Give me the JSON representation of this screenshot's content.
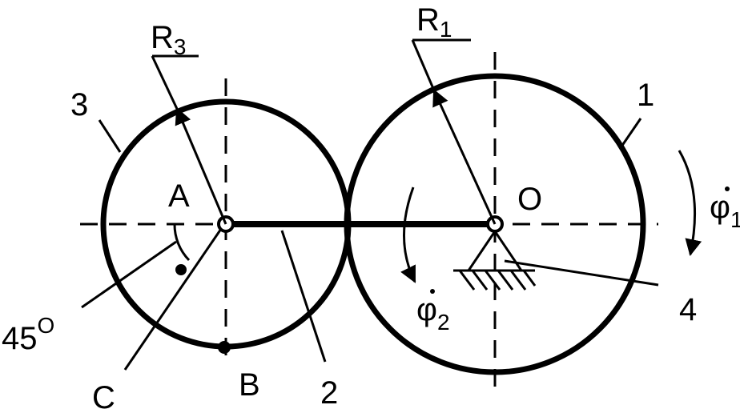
{
  "labels": {
    "wheel1": "1",
    "wheel2": "2",
    "wheel3": "3",
    "support4": "4",
    "point_A": "A",
    "point_B": "B",
    "point_C": "C",
    "point_O": "O",
    "radius1_letter": "R",
    "radius1_index": "1",
    "radius3_letter": "R",
    "radius3_index": "3",
    "angle_value": "45",
    "angle_unit": "O",
    "omega1_symbol": "φ",
    "omega1_index": "1",
    "omega2_symbol": "φ",
    "omega2_index": "2"
  }
}
